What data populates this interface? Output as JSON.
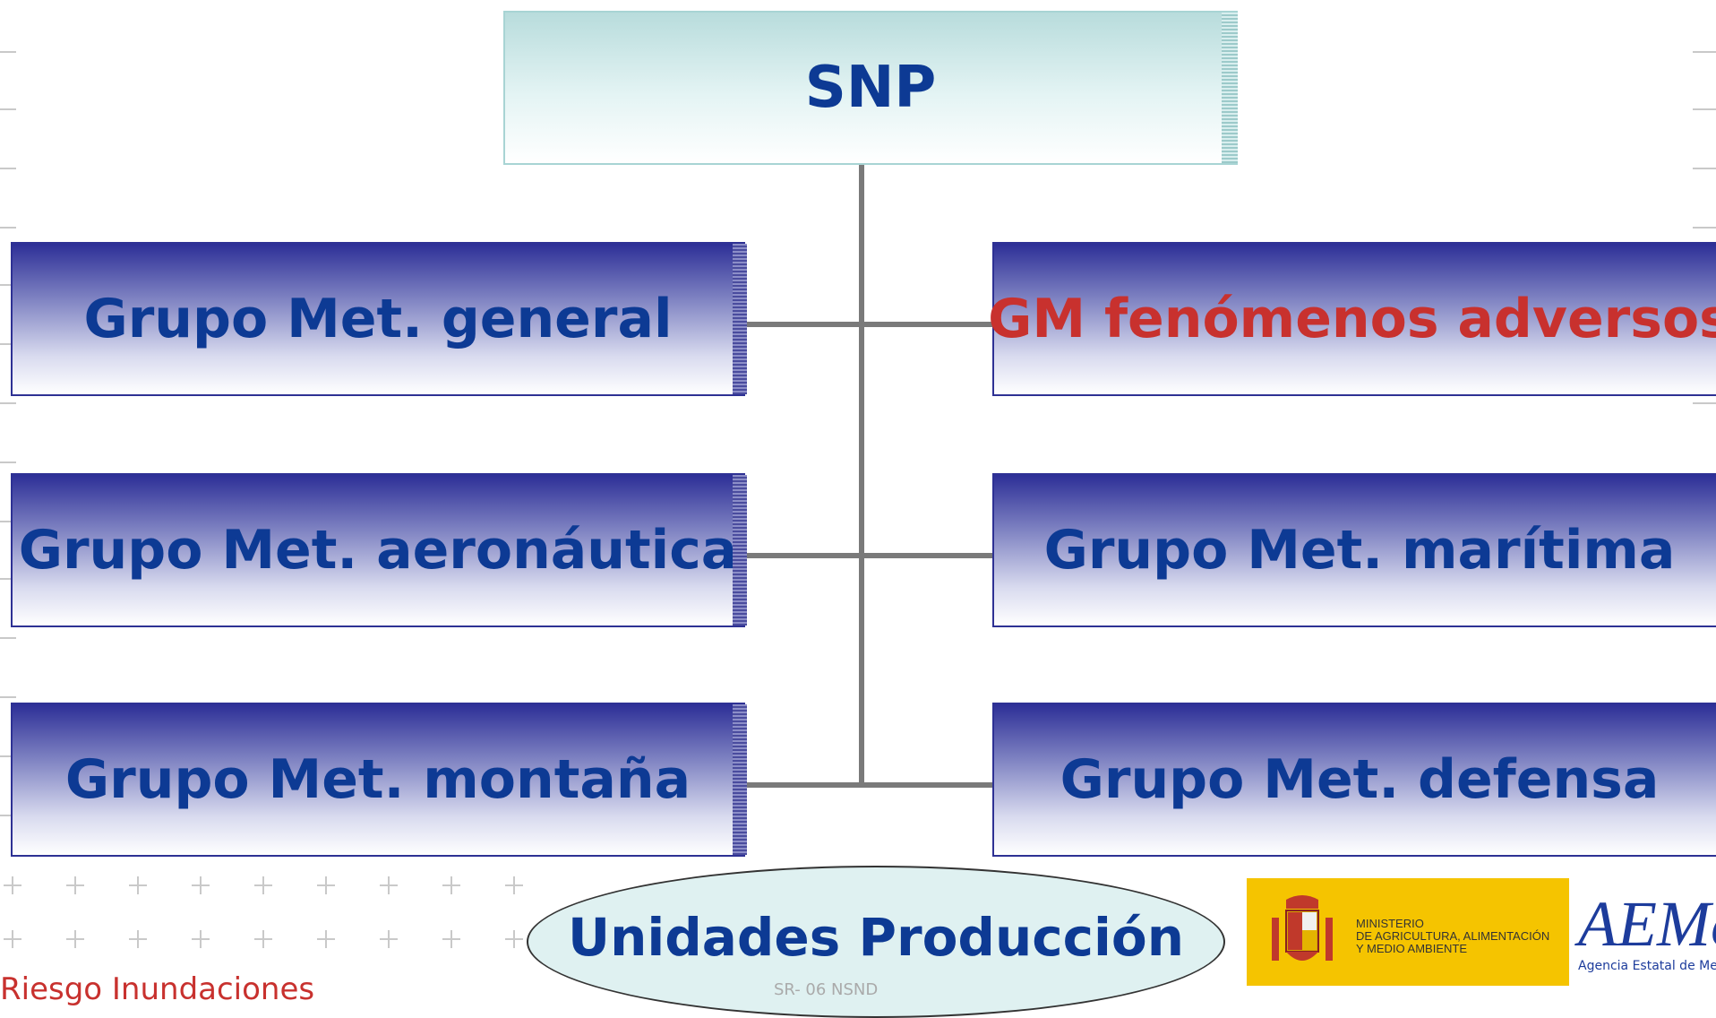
{
  "snp": "SNP",
  "groups": {
    "general": "Grupo Met. general",
    "aeronautica": "Grupo Met. aeronáutica",
    "montana": "Grupo Met. montaña",
    "fenomenos": "GM fenómenos adversos",
    "maritima": "Grupo Met. marítima",
    "defensa": "Grupo Met. defensa"
  },
  "unidades": "Unidades Producción",
  "footer": {
    "left": "Riesgo Inundaciones",
    "center": "SR- 06 NSND"
  },
  "logos": {
    "ministerio": [
      "MINISTERIO",
      "DE AGRICULTURA, ALIMENTACIÓN",
      "Y MEDIO AMBIENTE"
    ],
    "aemet": "AEMe",
    "aemet_sub": "Agencia Estatal de Meteorología"
  },
  "colors": {
    "title_blue": "#0d3a94",
    "alert_red": "#c8312e",
    "box_dark": "#2d2f97",
    "snp_cyan": "#b8dcdc",
    "logo_yellow": "#f5c400"
  }
}
